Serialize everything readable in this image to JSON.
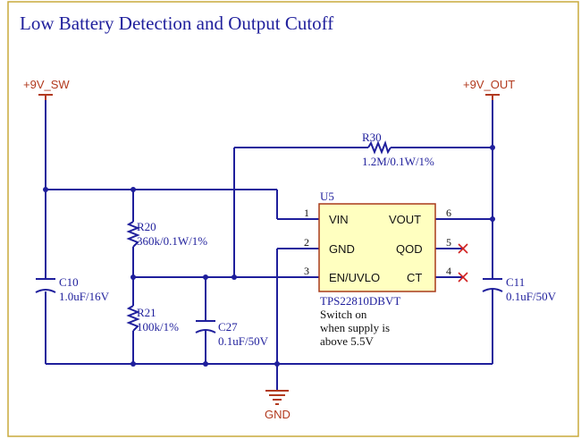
{
  "title": "Low Battery Detection and Output Cutoff",
  "nets": {
    "vin": "+9V_SW",
    "vout": "+9V_OUT",
    "gnd": "GND"
  },
  "components": {
    "r30": {
      "ref": "R30",
      "value": "1.2M/0.1W/1%"
    },
    "r20": {
      "ref": "R20",
      "value": "360k/0.1W/1%"
    },
    "r21": {
      "ref": "R21",
      "value": "100k/1%"
    },
    "c10": {
      "ref": "C10",
      "value": "1.0uF/16V"
    },
    "c27": {
      "ref": "C27",
      "value": "0.1uF/50V"
    },
    "c11": {
      "ref": "C11",
      "value": "0.1uF/50V"
    }
  },
  "ic": {
    "ref": "U5",
    "part": "TPS22810DBVT",
    "note_lines": [
      "Switch on",
      "when supply is",
      "above 5.5V"
    ],
    "pins": [
      {
        "num": "1",
        "name": "VIN"
      },
      {
        "num": "2",
        "name": "GND"
      },
      {
        "num": "3",
        "name": "EN/UVLO"
      },
      {
        "num": "6",
        "name": "VOUT"
      },
      {
        "num": "5",
        "name": "QOD"
      },
      {
        "num": "4",
        "name": "CT"
      }
    ]
  }
}
